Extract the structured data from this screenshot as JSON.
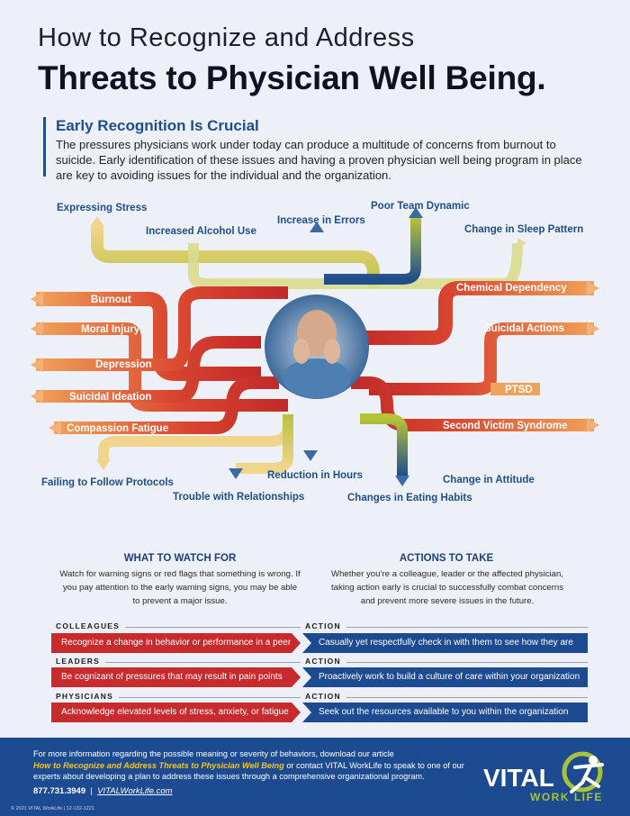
{
  "header": {
    "title_line1": "How to Recognize and Address",
    "title_line2": "Threats to Physician Well Being."
  },
  "intro": {
    "heading": "Early Recognition Is Crucial",
    "body": "The pressures physicians work under today can produce a multitude of concerns from burnout to suicide. Early identification of these issues and having a proven physician well being program in place are key to avoiding issues for the individual and the organization."
  },
  "map_labels": {
    "expressing_stress": "Expressing Stress",
    "increased_alcohol_use": "Increased Alcohol Use",
    "increase_in_errors": "Increase in Errors",
    "poor_team_dynamic": "Poor Team Dynamic",
    "change_in_sleep_pattern": "Change in Sleep Pattern",
    "burnout": "Burnout",
    "moral_injury": "Moral Injury",
    "depression": "Depression",
    "suicidal_ideation": "Suicidal Ideation",
    "compassion_fatigue": "Compassion Fatigue",
    "chemical_dependency": "Chemical Dependency",
    "suicidal_actions": "Suicidal Actions",
    "ptsd": "PTSD",
    "second_victim_syndrome": "Second Victim Syndrome",
    "failing_to_follow_protocols": "Failing to Follow Protocols",
    "trouble_with_relationships": "Trouble with Relationships",
    "reduction_in_hours": "Reduction in Hours",
    "changes_in_eating_habits": "Changes in Eating Habits",
    "change_in_attitude": "Change in Attitude"
  },
  "watch": {
    "heading": "WHAT TO WATCH FOR",
    "body": "Watch for warning signs or red flags that something is wrong. If you pay attention to the early warning signs, you may be able to prevent a major issue."
  },
  "actions": {
    "heading": "ACTIONS TO TAKE",
    "body": "Whether you’re a colleague, leader or the affected physician, taking action early is crucial to successfully combat concerns and prevent more severe issues in the future."
  },
  "rows": [
    {
      "tag": "COLLEAGUES",
      "action_tag": "ACTION",
      "watch": "Recognize a change in behavior or performance in a peer",
      "action": "Casually yet respectfully check in with them to see how they are"
    },
    {
      "tag": "LEADERS",
      "action_tag": "ACTION",
      "watch": "Be cognizant of pressures that may result in pain points",
      "action": "Proactively work to build a culture of care within your organization"
    },
    {
      "tag": "PHYSICIANS",
      "action_tag": "ACTION",
      "watch": "Acknowledge elevated levels of stress, anxiety, or fatigue",
      "action": "Seek out the resources available to you within the organization"
    }
  ],
  "footer": {
    "text_before": "For more information regarding the possible meaning or severity of behaviors, download our article",
    "link": "How to Recognize and Address Threats to Physician Well Being",
    "text_after": "or contact VITAL WorkLife to speak to one of our experts about developing a plan to address these issues through a comprehensive organizational program.",
    "phone": "877.731.3949",
    "separator": "|",
    "url": "VITALWorkLife.com",
    "copyright": "© 2021 VITAL WorkLife | 12-132-1221"
  },
  "logo": {
    "word1": "VITAL",
    "word2": "WORK LIFE"
  },
  "colors": {
    "navy": "#1d4b91",
    "red": "#c72b2e",
    "orange": "#e88a4f",
    "green": "#a8bd3c",
    "yellow": "#f5c51b"
  }
}
